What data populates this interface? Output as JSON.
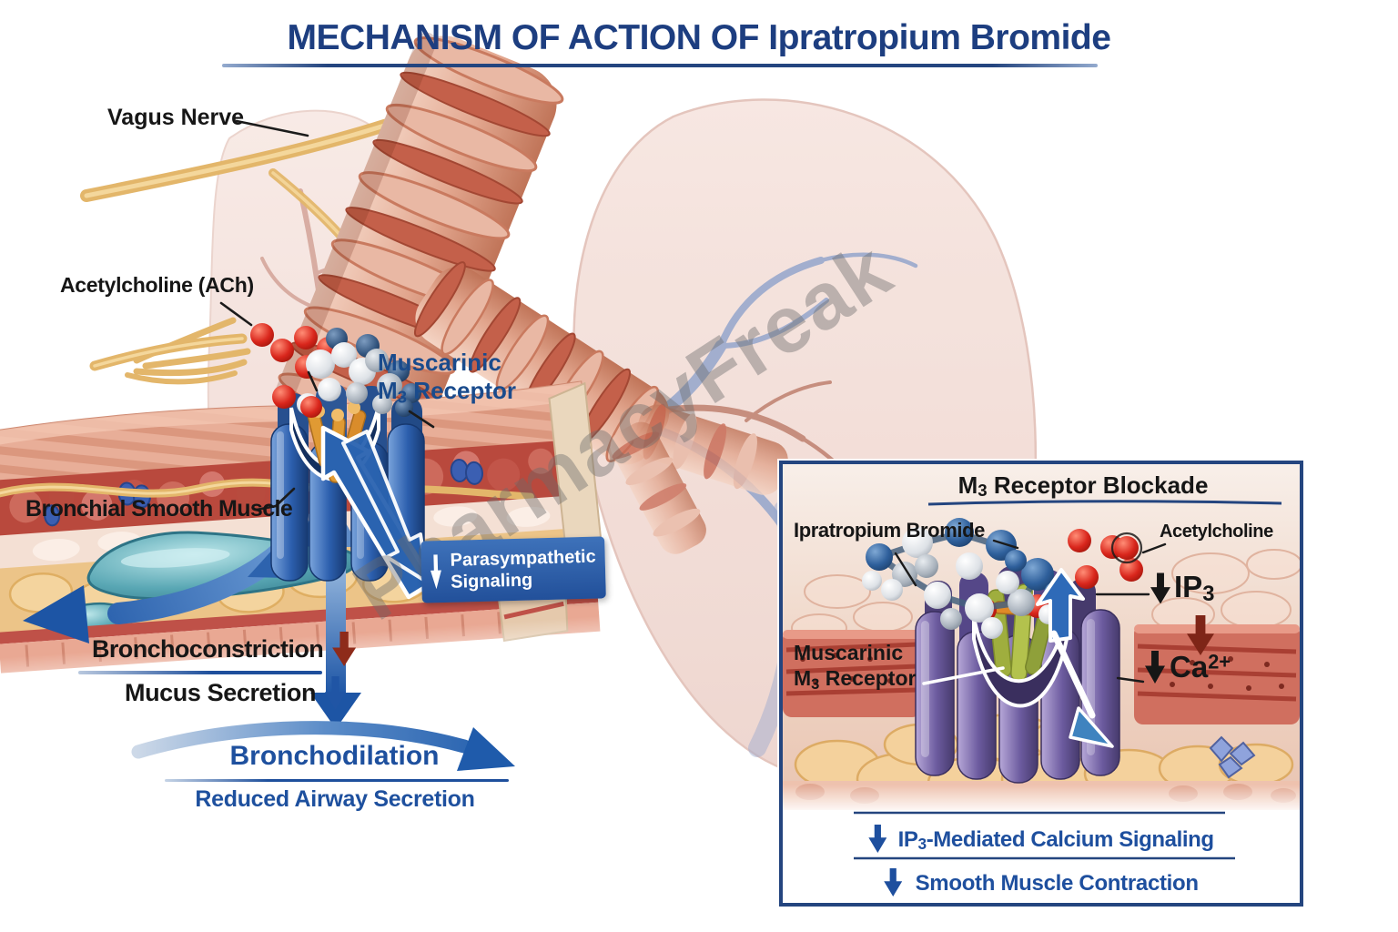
{
  "title": "MECHANISM OF ACTION OF Ipratropium Bromide",
  "watermark": "PharmacyFreak",
  "colors": {
    "title_blue": "#1d3e80",
    "label_blue": "#1a4b8c",
    "arrow_blue": "#1f55a5",
    "maroon": "#7e2517",
    "banner_blue": "#2b5ba8"
  },
  "main": {
    "vagus_nerve_label": "Vagus Nerve",
    "acetylcholine_label": "Acetylcholine (ACh)",
    "muscarinic_label": {
      "line1": "Muscarinic",
      "m": "M",
      "sub": "3",
      "rest": " Receptor"
    },
    "bronchial_smooth_muscle_label": "Bronchial Smooth Muscle",
    "banner": {
      "line1": "Parasympathetic",
      "line2": "Signaling"
    },
    "bronchoconstriction_label": "Bronchoconstriction",
    "mucus_secretion_label": "Mucus Secretion",
    "bronchodilation_label": "Bronchodilation",
    "reduced_airway_secretion_label": "Reduced Airway Secretion"
  },
  "inset": {
    "title": {
      "m": "M",
      "sub": "3",
      "rest": " Receptor Blockade"
    },
    "ipratropium_label": "Ipratropium Bromide",
    "acetylcholine_label": "Acetylcholine",
    "muscarinic_label": {
      "line1": "Muscarinic",
      "m": "M",
      "sub": "3",
      "rest": " Receptor"
    },
    "ip3": {
      "base": "IP",
      "sub": "3"
    },
    "ca": {
      "base": "Ca",
      "sup": "2+"
    },
    "row_ip3": {
      "base": "IP",
      "sub": "3",
      "rest": "-Mediated Calcium Signaling"
    },
    "row_smooth": "Smooth Muscle Contraction"
  }
}
